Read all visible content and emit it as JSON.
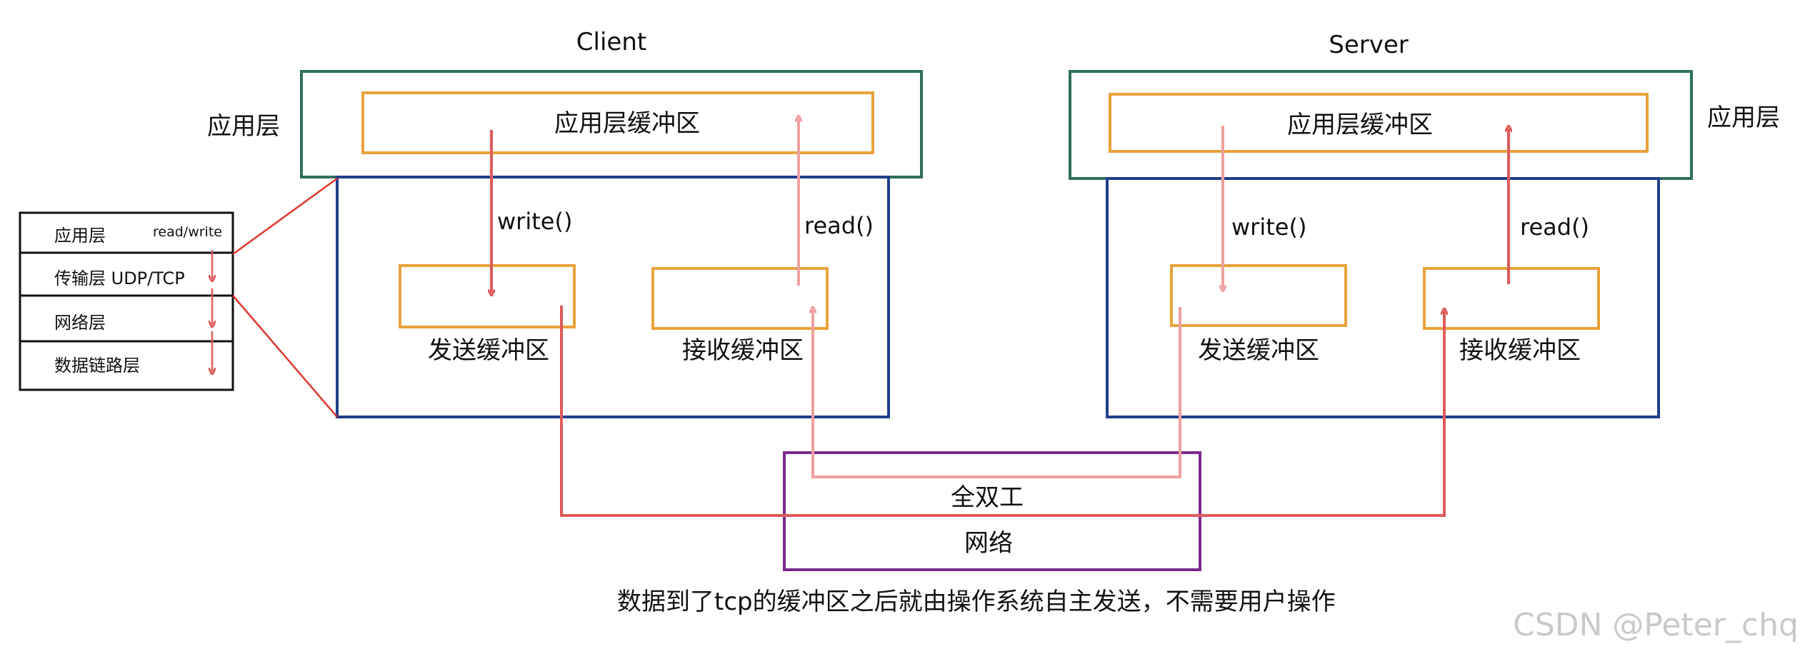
{
  "client": {
    "title": "Client",
    "app_layer_label": "应用层",
    "app_buffer": "应用层缓冲区",
    "write_label": "write()",
    "read_label": "read()",
    "send_buffer": "发送缓冲区",
    "recv_buffer": "接收缓冲区"
  },
  "server": {
    "title": "Server",
    "app_layer_label": "应用层",
    "app_buffer": "应用层缓冲区",
    "write_label": "write()",
    "read_label": "read()",
    "send_buffer": "发送缓冲区",
    "recv_buffer": "接收缓冲区"
  },
  "stack": {
    "app": "应用层",
    "rw": "read/write",
    "transport": "传输层 UDP/TCP",
    "network": "网络层",
    "datalink": "数据链路层"
  },
  "network": {
    "duplex": "全双工",
    "label": "网络"
  },
  "caption": "数据到了tcp的缓冲区之后就由操作系统自主发送，不需要用户操作",
  "watermark": "CSDN @Peter_chq",
  "colors": {
    "app_box": "#2e6f5f",
    "kernel_box": "#1f3f8a",
    "buffer_box": "#e9a23b",
    "net_box": "#7a2a8c",
    "arrow_dark": "#e05a5a",
    "arrow_light": "#f0a0a0",
    "connector": "#e0392f"
  }
}
